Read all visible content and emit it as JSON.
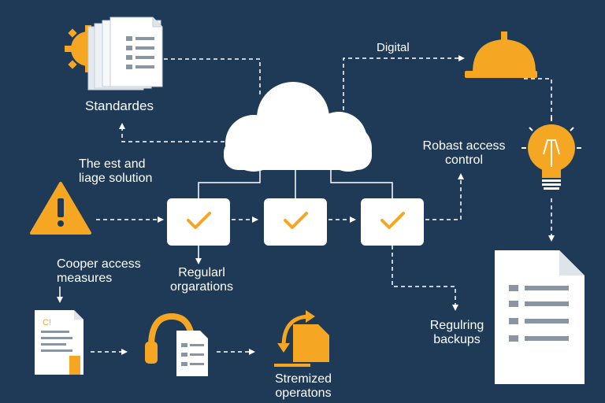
{
  "colors": {
    "background": "#1e3a57",
    "accent": "#f5a623",
    "line": "#ffffff",
    "card": "#ffffff",
    "doc_line": "#8a95a3"
  },
  "labels": {
    "standards": "Standardes",
    "digital": "Digital",
    "test_stage": "The est and\nliage solution",
    "robust_access": "Robast access\ncontrol",
    "cooper_access": "Cooper access\nmeasures",
    "regular_org": "Regularl\norgarations",
    "requiring_backups": "Regulring\nbackups",
    "streamlined_ops": "Stremized\noperatons",
    "doc_tag": "C!"
  },
  "icons": [
    "gear-icon",
    "document-stack-icon",
    "cloud-icon",
    "hard-hat-icon",
    "lightbulb-icon",
    "warning-icon",
    "checkbox-icon",
    "headset-icon",
    "refresh-arrow-icon",
    "document-icon"
  ]
}
